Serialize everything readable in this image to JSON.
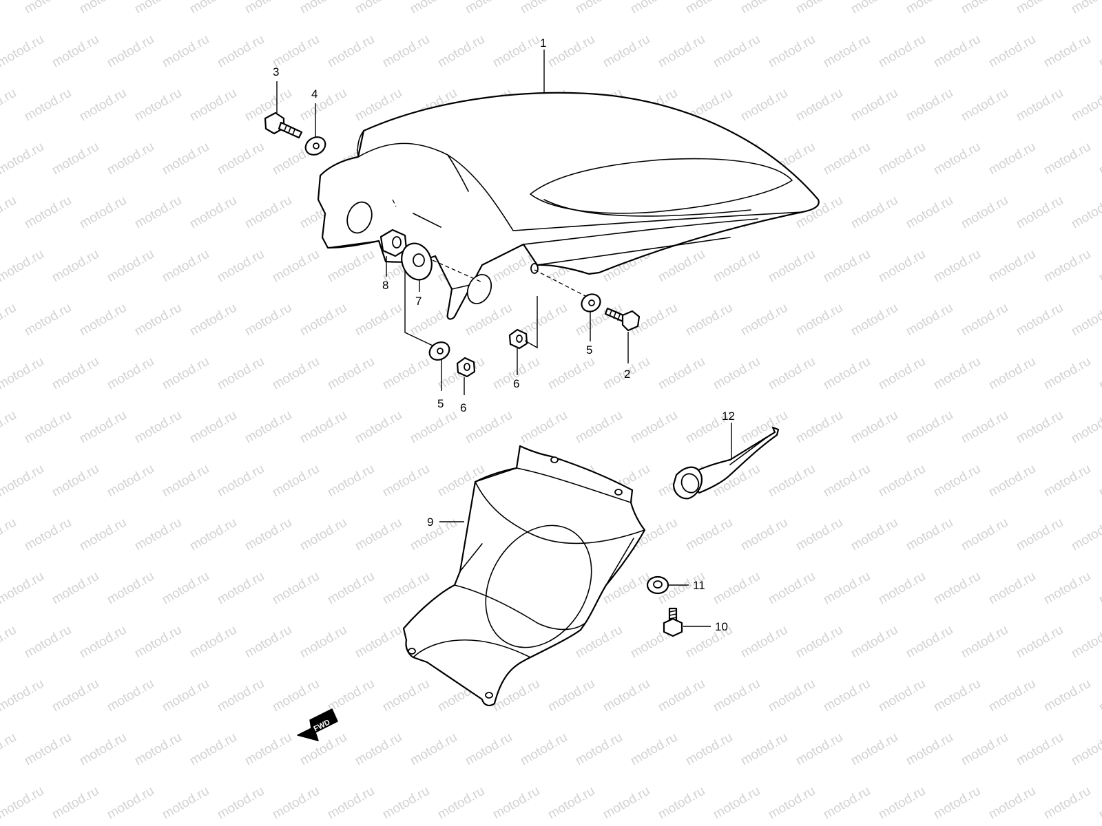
{
  "watermark": "motod.ru",
  "fwd_label": "FWD",
  "callouts": {
    "c1": "1",
    "c2": "2",
    "c3": "3",
    "c4": "4",
    "c5a": "5",
    "c5b": "5",
    "c6a": "6",
    "c6b": "6",
    "c7": "7",
    "c8": "8",
    "c9": "9",
    "c10": "10",
    "c11": "11",
    "c12": "12"
  },
  "colors": {
    "line": "#000000",
    "background": "#ffffff",
    "watermark": "#d2d2d2"
  }
}
